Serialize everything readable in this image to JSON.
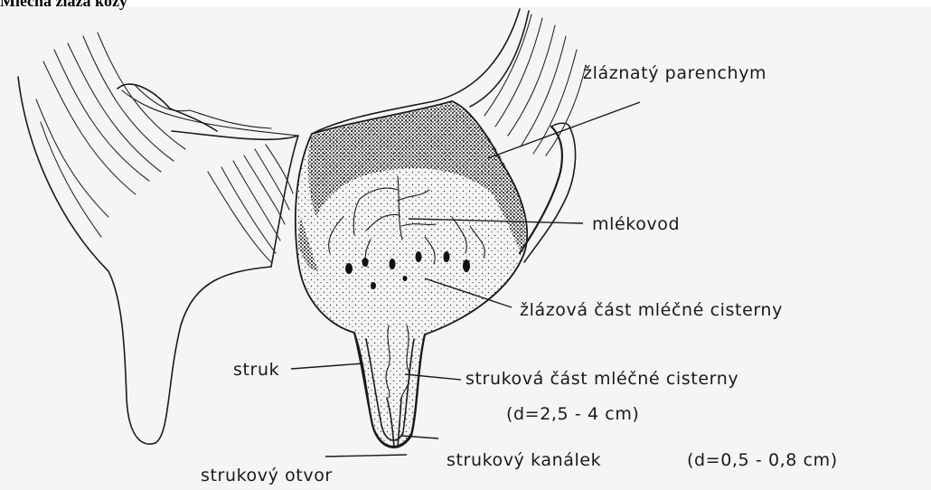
{
  "title": "Mléčná žláza kozy",
  "labels": {
    "parenchym": "žláznatý parenchym",
    "mlekovod": "mlékovod",
    "zlazova_cast": "žlázová část mléčné cisterny",
    "struk": "struk",
    "strukova_cast": "struková část mléčné cisterny",
    "strukova_cast_d": "(d=2,5 - 4 cm)",
    "strukovy_kanalek": "strukový kanálek",
    "strukovy_kanalek_d": "(d=0,5 - 0,8 cm)",
    "strukovy_otvor": "strukový otvor"
  }
}
